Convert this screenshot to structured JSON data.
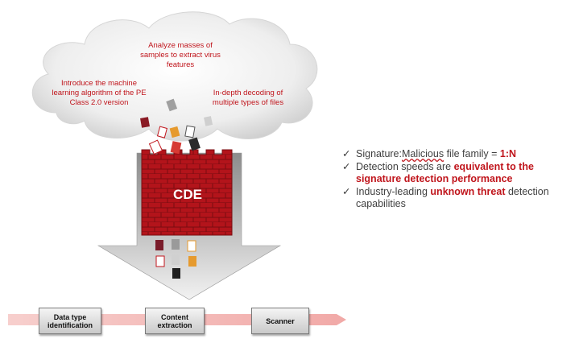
{
  "cloud": {
    "texts": [
      "Analyze masses of samples to extract virus features",
      "Introduce the machine learning algorithm of the PE Class 2.0 version",
      "In-depth decoding of multiple types of files"
    ]
  },
  "engine": {
    "label": "CDE"
  },
  "bullets": [
    {
      "prefix": "Signature:",
      "mid": "Malicious",
      "plain": " file family = ",
      "highlight": "1:N",
      "suffix": ""
    },
    {
      "prefix": "Detection speeds are ",
      "mid": "",
      "plain": "",
      "highlight": "equivalent to the signature detection performance",
      "suffix": ""
    },
    {
      "prefix": "Industry-leading ",
      "mid": "",
      "plain": "",
      "highlight": "unknown threat",
      "suffix": " detection capabilities"
    }
  ],
  "pipeline": [
    "Data type identification",
    "Content extraction",
    "Scanner"
  ],
  "colors": {
    "accent_red": "#c0151c",
    "brick_red": "#b3141b",
    "text_gray": "#404040",
    "pipeline_pink": "#f2b6b4"
  },
  "icons": [
    "cloud-icon",
    "document-icon",
    "firewall-icon",
    "check-icon",
    "arrow-icon"
  ]
}
